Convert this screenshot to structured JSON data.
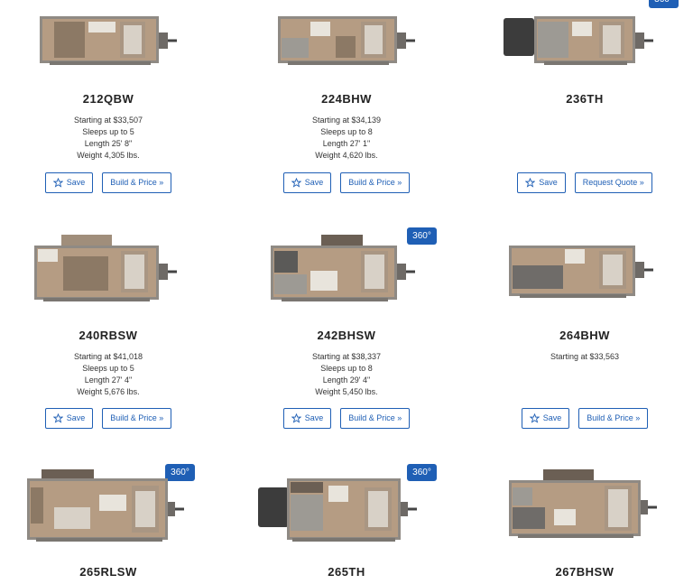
{
  "badge_360_label": "360°",
  "save_label": "Save",
  "cards": [
    {
      "model": "212QBW",
      "specs": [
        "Starting at $33,507",
        "Sleeps up to 5",
        "Length 25' 8\"",
        "Weight 4,305 lbs."
      ],
      "action": "Build & Price »",
      "badge": false,
      "variant": "plain"
    },
    {
      "model": "224BHW",
      "specs": [
        "Starting at $34,139",
        "Sleeps up to 8",
        "Length 27' 1\"",
        "Weight 4,620 lbs."
      ],
      "action": "Build & Price »",
      "badge": false,
      "variant": "plain"
    },
    {
      "model": "236TH",
      "specs": [],
      "action": "Request Quote »",
      "badge": true,
      "variant": "toyhauler"
    },
    {
      "model": "240RBSW",
      "specs": [
        "Starting at $41,018",
        "Sleeps up to 5",
        "Length 27' 4\"",
        "Weight 5,676 lbs."
      ],
      "action": "Build & Price »",
      "badge": false,
      "variant": "slide"
    },
    {
      "model": "242BHSW",
      "specs": [
        "Starting at $38,337",
        "Sleeps up to 8",
        "Length 29' 4\"",
        "Weight 5,450 lbs."
      ],
      "action": "Build & Price »",
      "badge": true,
      "variant": "slide"
    },
    {
      "model": "264BHW",
      "specs": [
        "Starting at $33,563"
      ],
      "action": "Build & Price »",
      "badge": false,
      "variant": "plain"
    },
    {
      "model": "265RLSW",
      "specs": [],
      "action": "",
      "badge": true,
      "variant": "slide"
    },
    {
      "model": "265TH",
      "specs": [],
      "action": "",
      "badge": true,
      "variant": "toyhauler"
    },
    {
      "model": "267BHSW",
      "specs": [],
      "action": "",
      "badge": false,
      "variant": "slide"
    }
  ]
}
